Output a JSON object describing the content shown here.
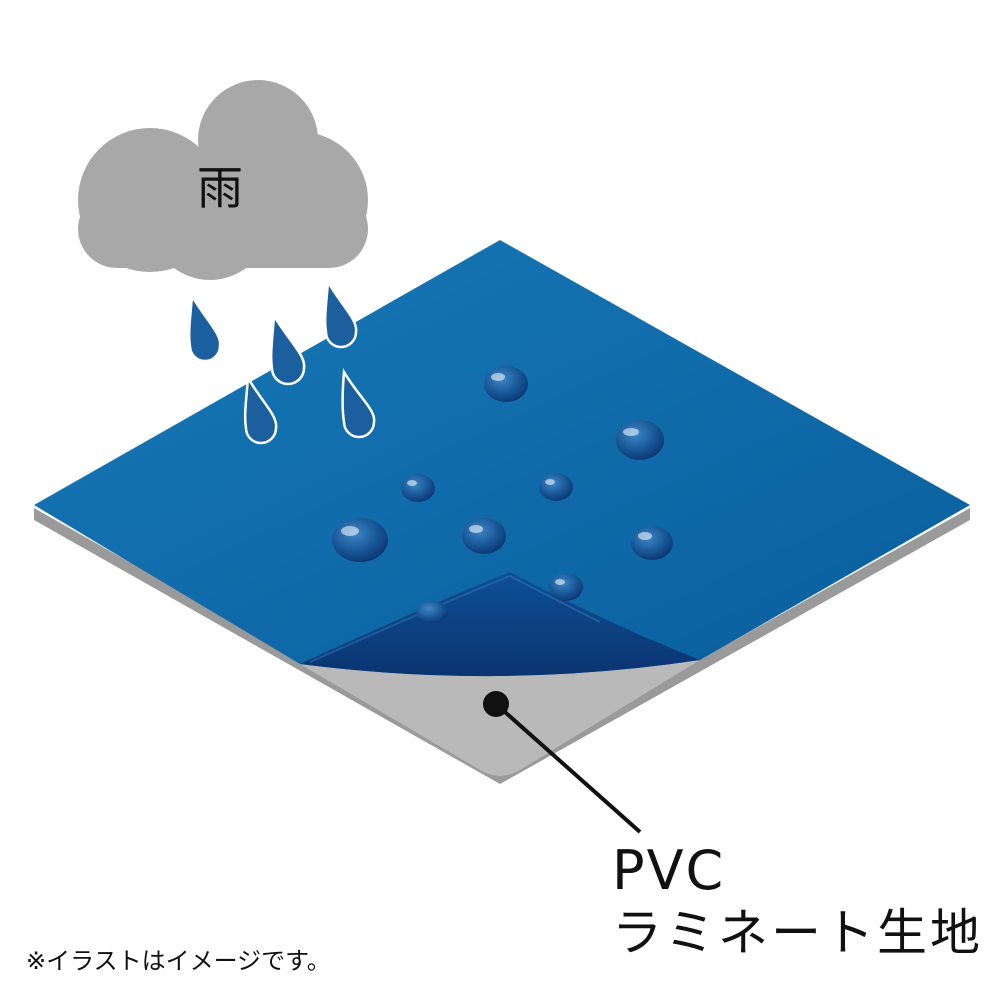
{
  "cloud": {
    "label": "雨"
  },
  "material": {
    "label_line1": "PVC",
    "label_line2": "ラミネート生地"
  },
  "note": "※イラストはイメージです。",
  "colors": {
    "sheet_top": "#0a6aa8",
    "sheet_fold": "#0e3e7e",
    "sheet_back": "#b9b9b9",
    "cloud": "#a8a8a8",
    "raindrop": "#1b5f9f",
    "text": "#111111"
  }
}
